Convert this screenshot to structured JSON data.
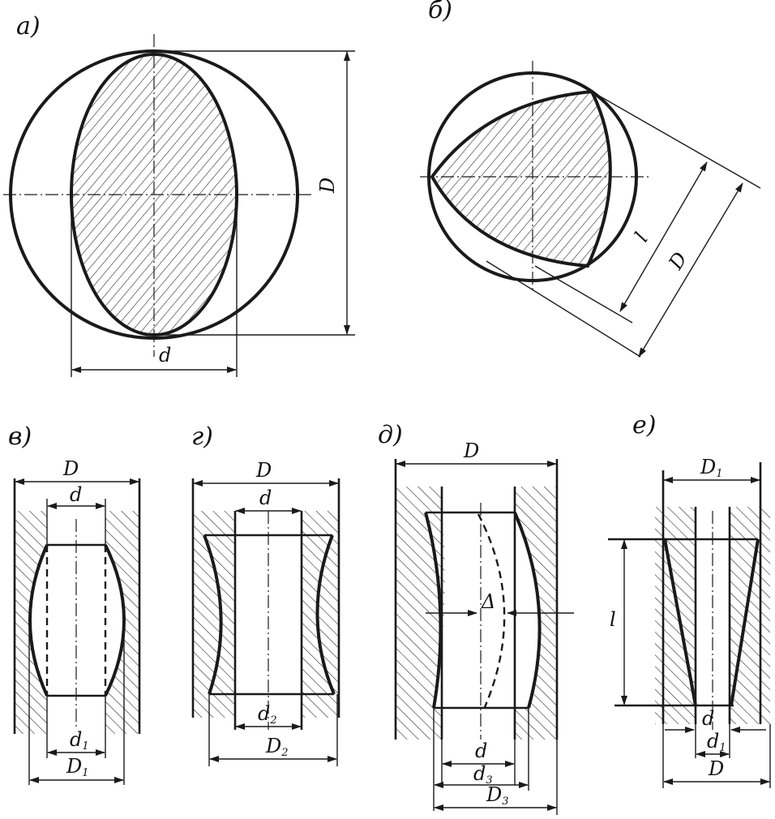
{
  "panels": {
    "a": {
      "tag": "а)",
      "D": "D",
      "d": "d"
    },
    "b": {
      "tag": "б)",
      "l": "l",
      "D": "D"
    },
    "v": {
      "tag": "в)",
      "D": "D",
      "d": "d",
      "d1_base": "d",
      "d1_sub": "1",
      "D1_base": "D",
      "D1_sub": "1"
    },
    "g": {
      "tag": "г)",
      "D": "D",
      "d": "d",
      "d2_base": "d",
      "d2_sub": "2",
      "D2_base": "D",
      "D2_sub": "2"
    },
    "dd": {
      "tag": "д)",
      "D": "D",
      "delta": "Δ",
      "d": "d",
      "d3_base": "d",
      "d3_sub": "3",
      "D3_base": "D",
      "D3_sub": "3"
    },
    "e": {
      "tag": "е)",
      "D1_base": "D",
      "D1_sub": "1",
      "l": "l",
      "d": "d",
      "d1_base": "d",
      "d1_sub": "1",
      "D": "D"
    }
  },
  "colors": {
    "ink": "#1a1a1a",
    "paper": "#ffffff"
  }
}
